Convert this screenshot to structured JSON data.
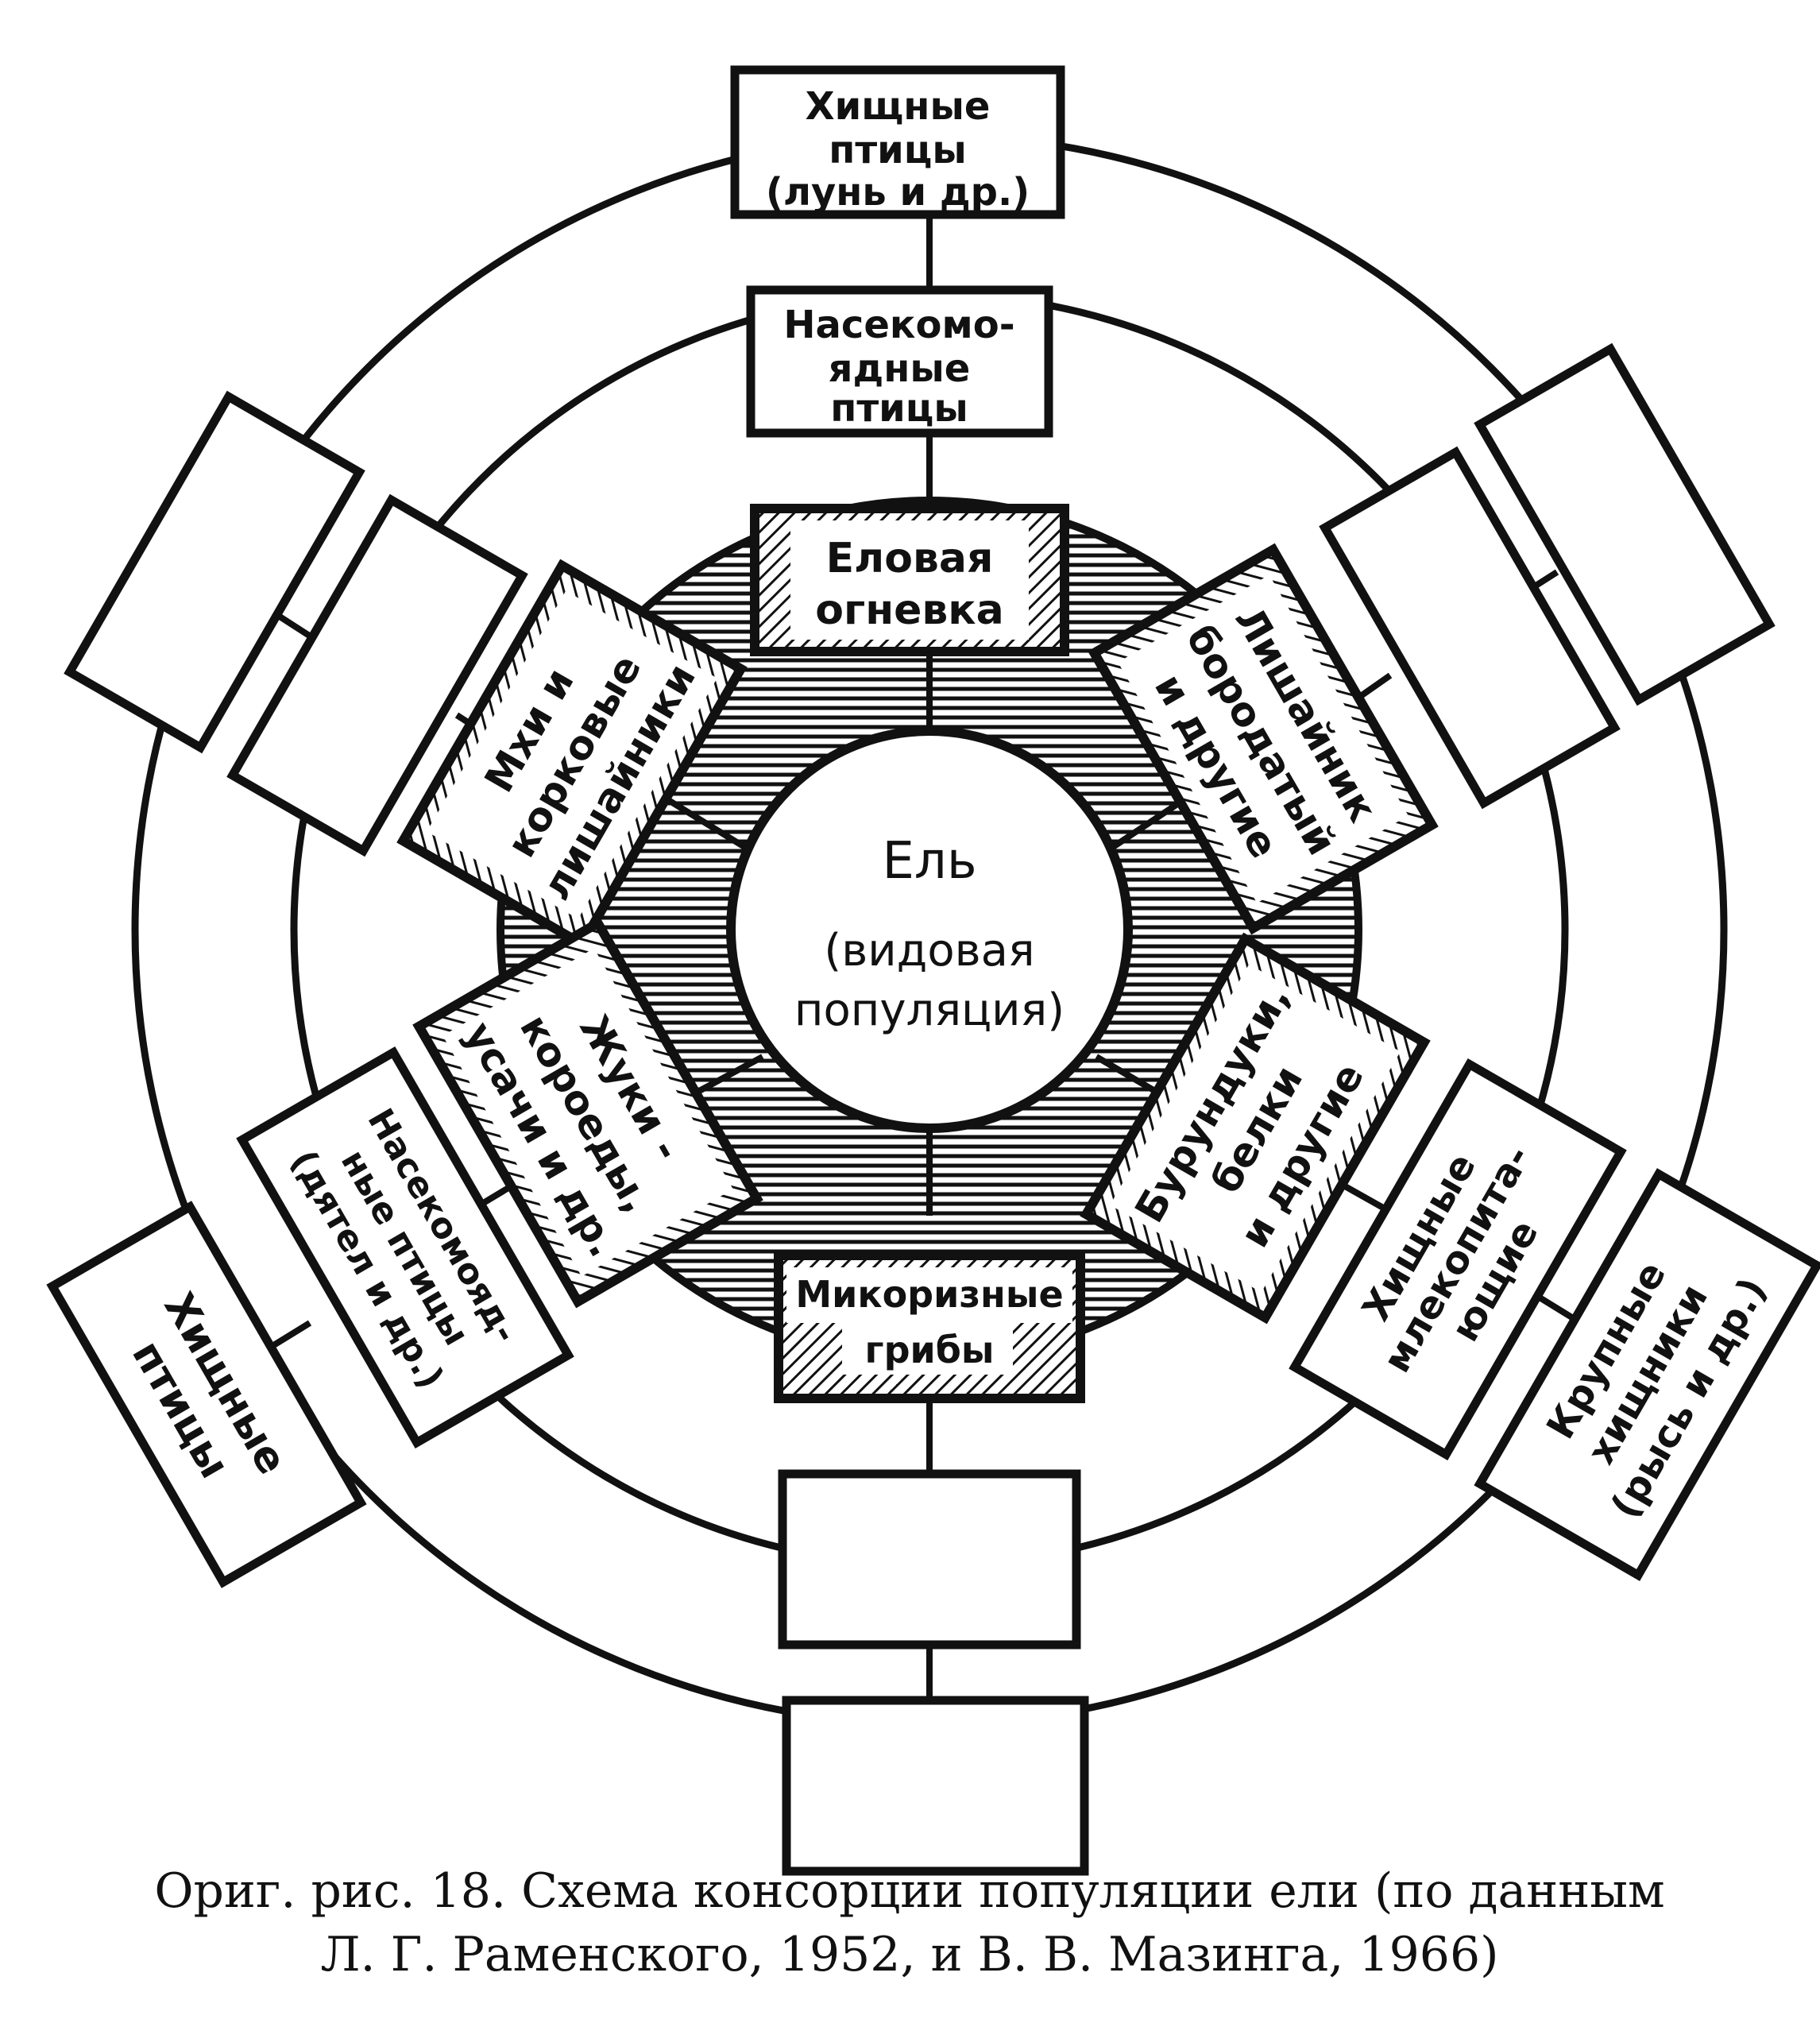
{
  "core": {
    "title": "Ель",
    "subtitle_line1": "(видовая",
    "subtitle_line2": "популяция)"
  },
  "nodes": {
    "spruce_moth": [
      "Еловая",
      "огневка"
    ],
    "mycorrhizal_fungi": [
      "Микоризные",
      "грибы"
    ],
    "mosses_lichens": [
      "Мхи и",
      "корковые",
      "лишайники"
    ],
    "beard_lichen": [
      "Лишайник",
      "бородатый",
      "и другие"
    ],
    "beetles": [
      "Жуки -",
      "короеды,",
      "усачи и др."
    ],
    "chipmunks": [
      "Бурундуки,",
      "белки",
      "и другие"
    ],
    "insectivorous_birds_top": [
      "Насекомо-",
      "ядные",
      "птицы"
    ],
    "predatory_birds_top": [
      "Хищные",
      "птицы",
      "(лунь и др.)"
    ],
    "insectivorous_birds_left": [
      "Насекомояд-",
      "ные птицы",
      "(дятел и др.)"
    ],
    "predatory_birds_left": [
      "Хищные",
      "птицы"
    ],
    "predatory_mammals": [
      "Хищные",
      "млекопита-",
      "ющие"
    ],
    "large_predators": [
      "Крупные",
      "хищники",
      "(рысь и др.)"
    ]
  },
  "caption": {
    "line1": "Ориг. рис. 18. Схема консорции популяции ели (по данным",
    "line2": "Л. Г. Раменского, 1952, и В. В. Мазинга, 1966)"
  }
}
